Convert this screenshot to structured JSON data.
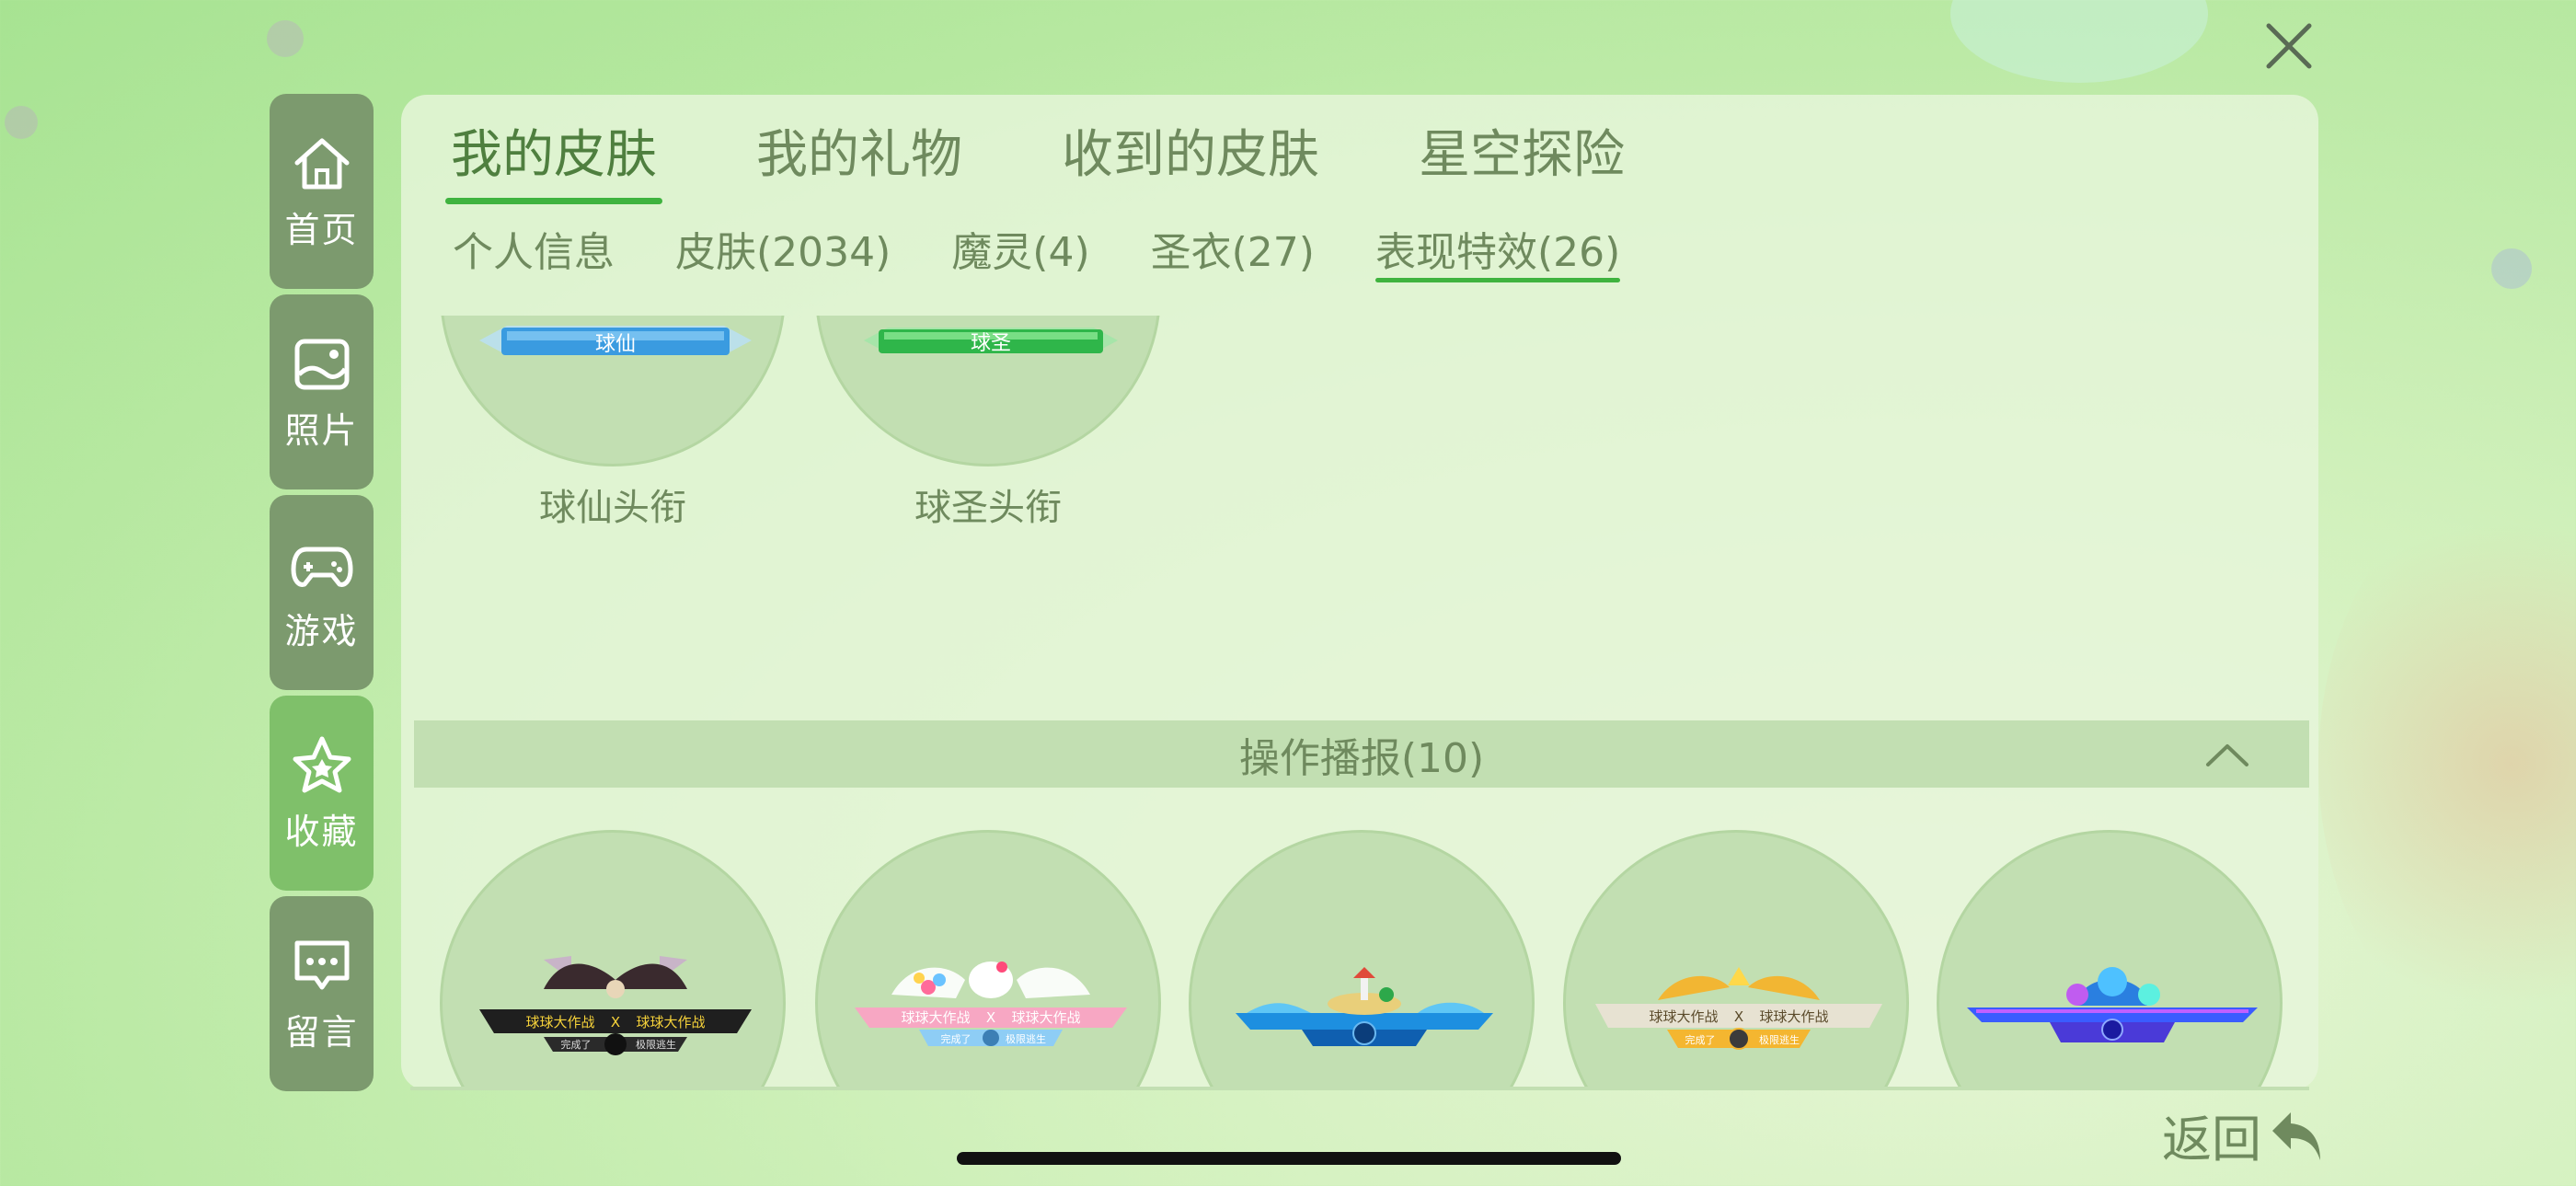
{
  "nav": [
    {
      "id": "home",
      "label": "首页",
      "icon": "home-icon"
    },
    {
      "id": "photos",
      "label": "照片",
      "icon": "image-icon"
    },
    {
      "id": "games",
      "label": "游戏",
      "icon": "gamepad-icon"
    },
    {
      "id": "favorites",
      "label": "收藏",
      "icon": "star-icon"
    },
    {
      "id": "messages",
      "label": "留言",
      "icon": "message-icon"
    }
  ],
  "active_nav": "收藏",
  "tabs": [
    "我的皮肤",
    "我的礼物",
    "收到的皮肤",
    "星空探险"
  ],
  "active_tab": "我的皮肤",
  "subtabs": [
    "个人信息",
    "皮肤(2034)",
    "魔灵(4)",
    "圣衣(27)",
    "表现特效(26)"
  ],
  "active_subtab": "表现特效(26)",
  "title_items": [
    {
      "label": "球仙头衔",
      "badge_text": "球仙",
      "badge_color": "#3a9be0"
    },
    {
      "label": "球圣头衔",
      "badge_text": "球圣",
      "badge_color": "#2fb64a"
    }
  ],
  "section": {
    "title": "操作播报(10)",
    "expanded": true
  },
  "broadcast_items": [
    {
      "name": "dark-winged-broadcast",
      "text_left": "球球大作战",
      "sep": "X",
      "text_right": "球球大作战",
      "sub_left": "完成了",
      "sub_right": "极限逃生"
    },
    {
      "name": "hello-kitty-broadcast",
      "text_left": "球球大作战",
      "sep": "X",
      "text_right": "球球大作战",
      "sub_left": "完成了",
      "sub_right": "极限逃生"
    },
    {
      "name": "ocean-island-broadcast"
    },
    {
      "name": "golden-wings-broadcast",
      "text_left": "球球大作战",
      "sep": "X",
      "text_right": "球球大作战",
      "sub_left": "完成了",
      "sub_right": "极限逃生"
    },
    {
      "name": "neon-castle-broadcast"
    }
  ],
  "back_label": "返回",
  "colors": {
    "active_nav": "#7fc06a",
    "nav": "#7c9a6e",
    "accent": "#3fb33f",
    "text": "#6f8a5e"
  }
}
